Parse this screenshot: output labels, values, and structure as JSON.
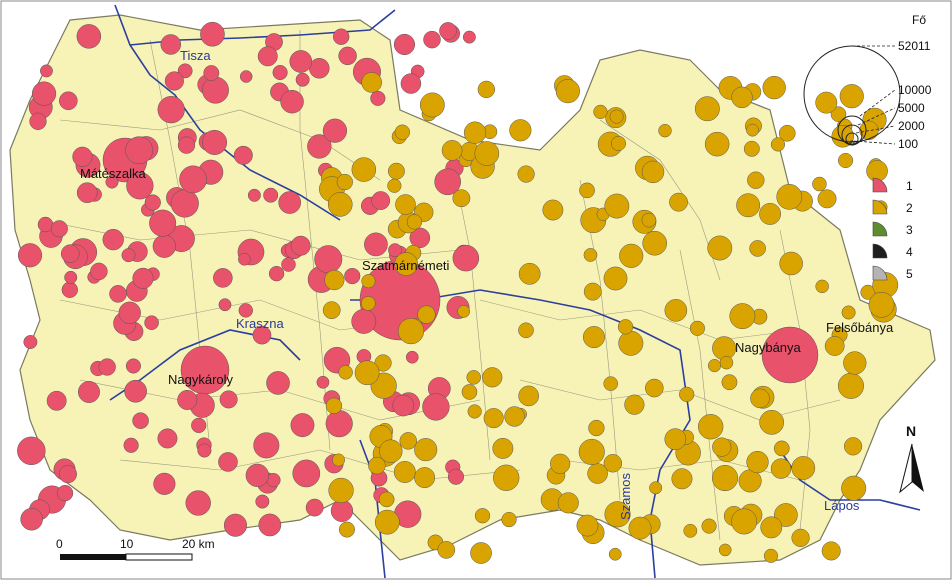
{
  "towns": [
    "Mátészalka",
    "Szatmárnémeti",
    "Nagykároly",
    "Nagybánya",
    "Felsőbánya"
  ],
  "rivers": [
    "Tisza",
    "Kraszna",
    "Szamos",
    "Lápos"
  ],
  "legend": {
    "unit": "Fő",
    "sizes": [
      "52011",
      "10000",
      "5000",
      "2000",
      "100"
    ],
    "categories": [
      {
        "label": "1",
        "color": "#e8526b"
      },
      {
        "label": "2",
        "color": "#d9a400"
      },
      {
        "label": "3",
        "color": "#5e8c2e"
      },
      {
        "label": "4",
        "color": "#1e1e1e"
      },
      {
        "label": "5",
        "color": "#b4b4b4"
      }
    ]
  },
  "scale": {
    "ticks": [
      "0",
      "10",
      "20 km"
    ]
  },
  "north": "N",
  "colors": {
    "land": "#f7f2b5",
    "pink": "#e8526b",
    "ochre": "#d9a400",
    "river": "#2b3fa0",
    "border": "#8a8a70"
  }
}
